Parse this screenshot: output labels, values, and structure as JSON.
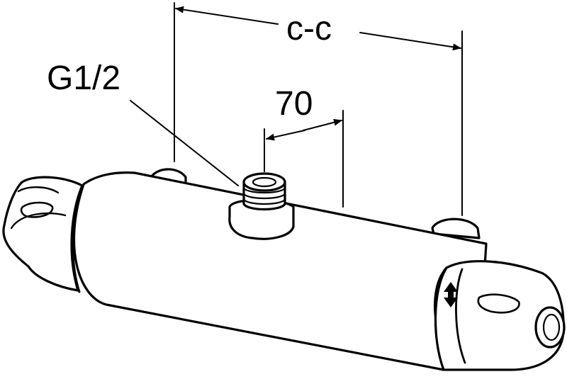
{
  "dimensions": {
    "cc_label": "c-c",
    "outlet_label": "70",
    "thread_label": "G1/2"
  },
  "colors": {
    "line": "#000000",
    "background": "#ffffff"
  }
}
